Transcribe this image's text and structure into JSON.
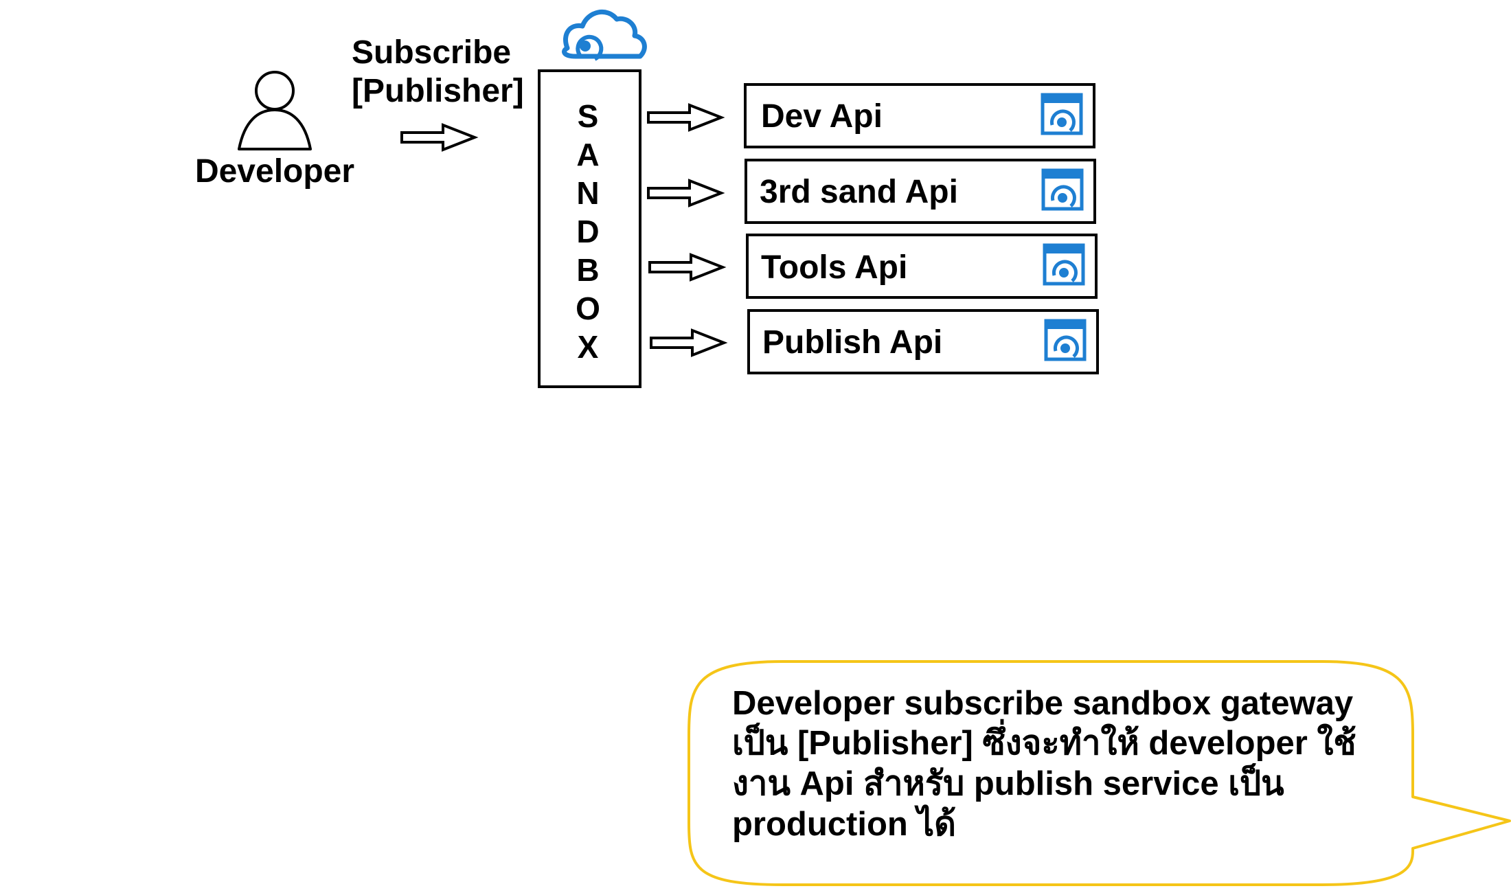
{
  "actor": {
    "label": "Developer",
    "icon": "person-icon"
  },
  "subscribe": {
    "line1": "Subscribe",
    "line2": "[Publisher]"
  },
  "sandbox": {
    "letters": [
      "S",
      "A",
      "N",
      "D",
      "B",
      "O",
      "X"
    ],
    "icon": "cloud-api-icon"
  },
  "apis": [
    {
      "label": "Dev Api",
      "icon": "api-window-icon"
    },
    {
      "label": "3rd sand Api",
      "icon": "api-window-icon"
    },
    {
      "label": "Tools Api",
      "icon": "api-window-icon"
    },
    {
      "label": "Publish Api",
      "icon": "api-window-icon"
    }
  ],
  "callout": {
    "lines": [
      "Developer subscribe sandbox gateway",
      "เป็น [Publisher] ซึ่งจะทำให้ developer ใช้",
      "งาน Api สำหรับ publish service เป็น",
      "production ได้"
    ]
  },
  "colors": {
    "accent_blue": "#1e7fd2",
    "callout_border": "#f5c518",
    "stroke": "#000000"
  }
}
